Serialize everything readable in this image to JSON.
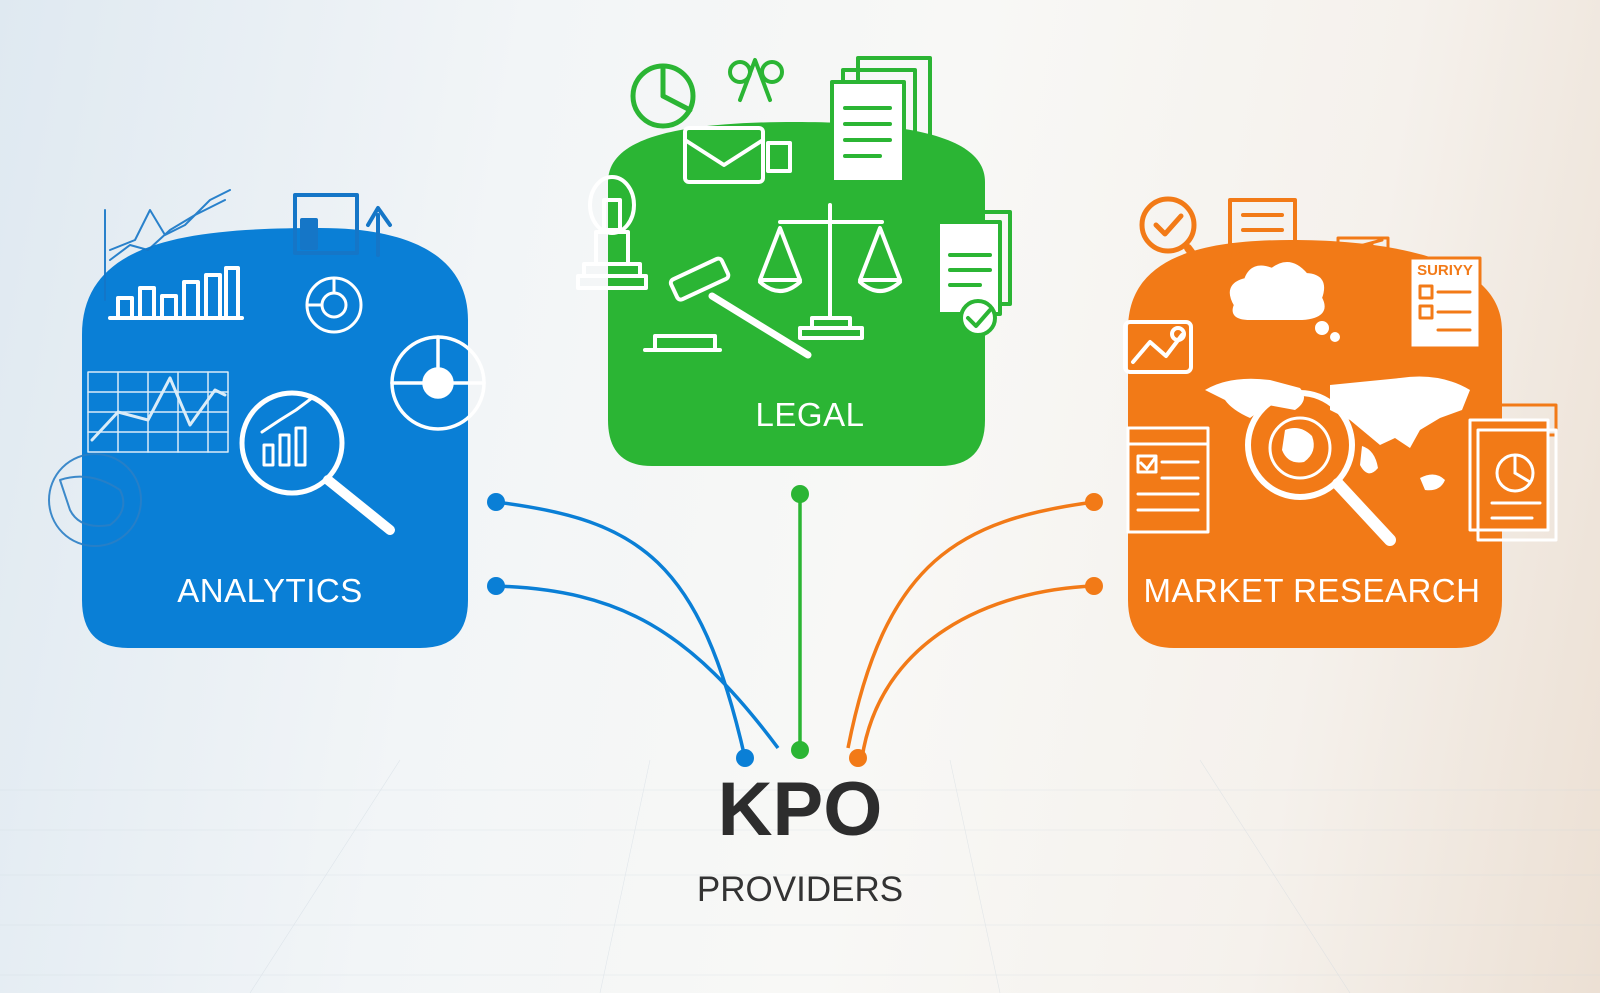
{
  "hub": {
    "title": "KPO",
    "subtitle": "PROVIDERS"
  },
  "categories": [
    {
      "key": "analytics",
      "label": "ANALYTICS",
      "color": "#0a7fd6"
    },
    {
      "key": "legal",
      "label": "LEGAL",
      "color": "#2bb534"
    },
    {
      "key": "market_research",
      "label": "MARKET RESEARCH",
      "color": "#f27a17"
    }
  ],
  "icons": {
    "analytics": [
      "line-chart-icon",
      "bar-chart-icon",
      "growth-arrow-icon",
      "pie-chart-icon",
      "magnifier-chart-icon",
      "globe-icon",
      "grid-graph-icon"
    ],
    "legal": [
      "pie-chart-icon",
      "briefcase-icon",
      "documents-icon",
      "scales-of-justice-icon",
      "gavel-icon",
      "trophy-icon",
      "certificate-check-icon"
    ],
    "market_research": [
      "magnifier-check-icon",
      "chat-bubble-icon",
      "thought-cloud-icon",
      "bar-chart-icon",
      "survey-icon",
      "world-map-icon",
      "magnifier-globe-icon",
      "checklist-icon",
      "report-icon"
    ]
  },
  "survey_text": "SURIYY"
}
